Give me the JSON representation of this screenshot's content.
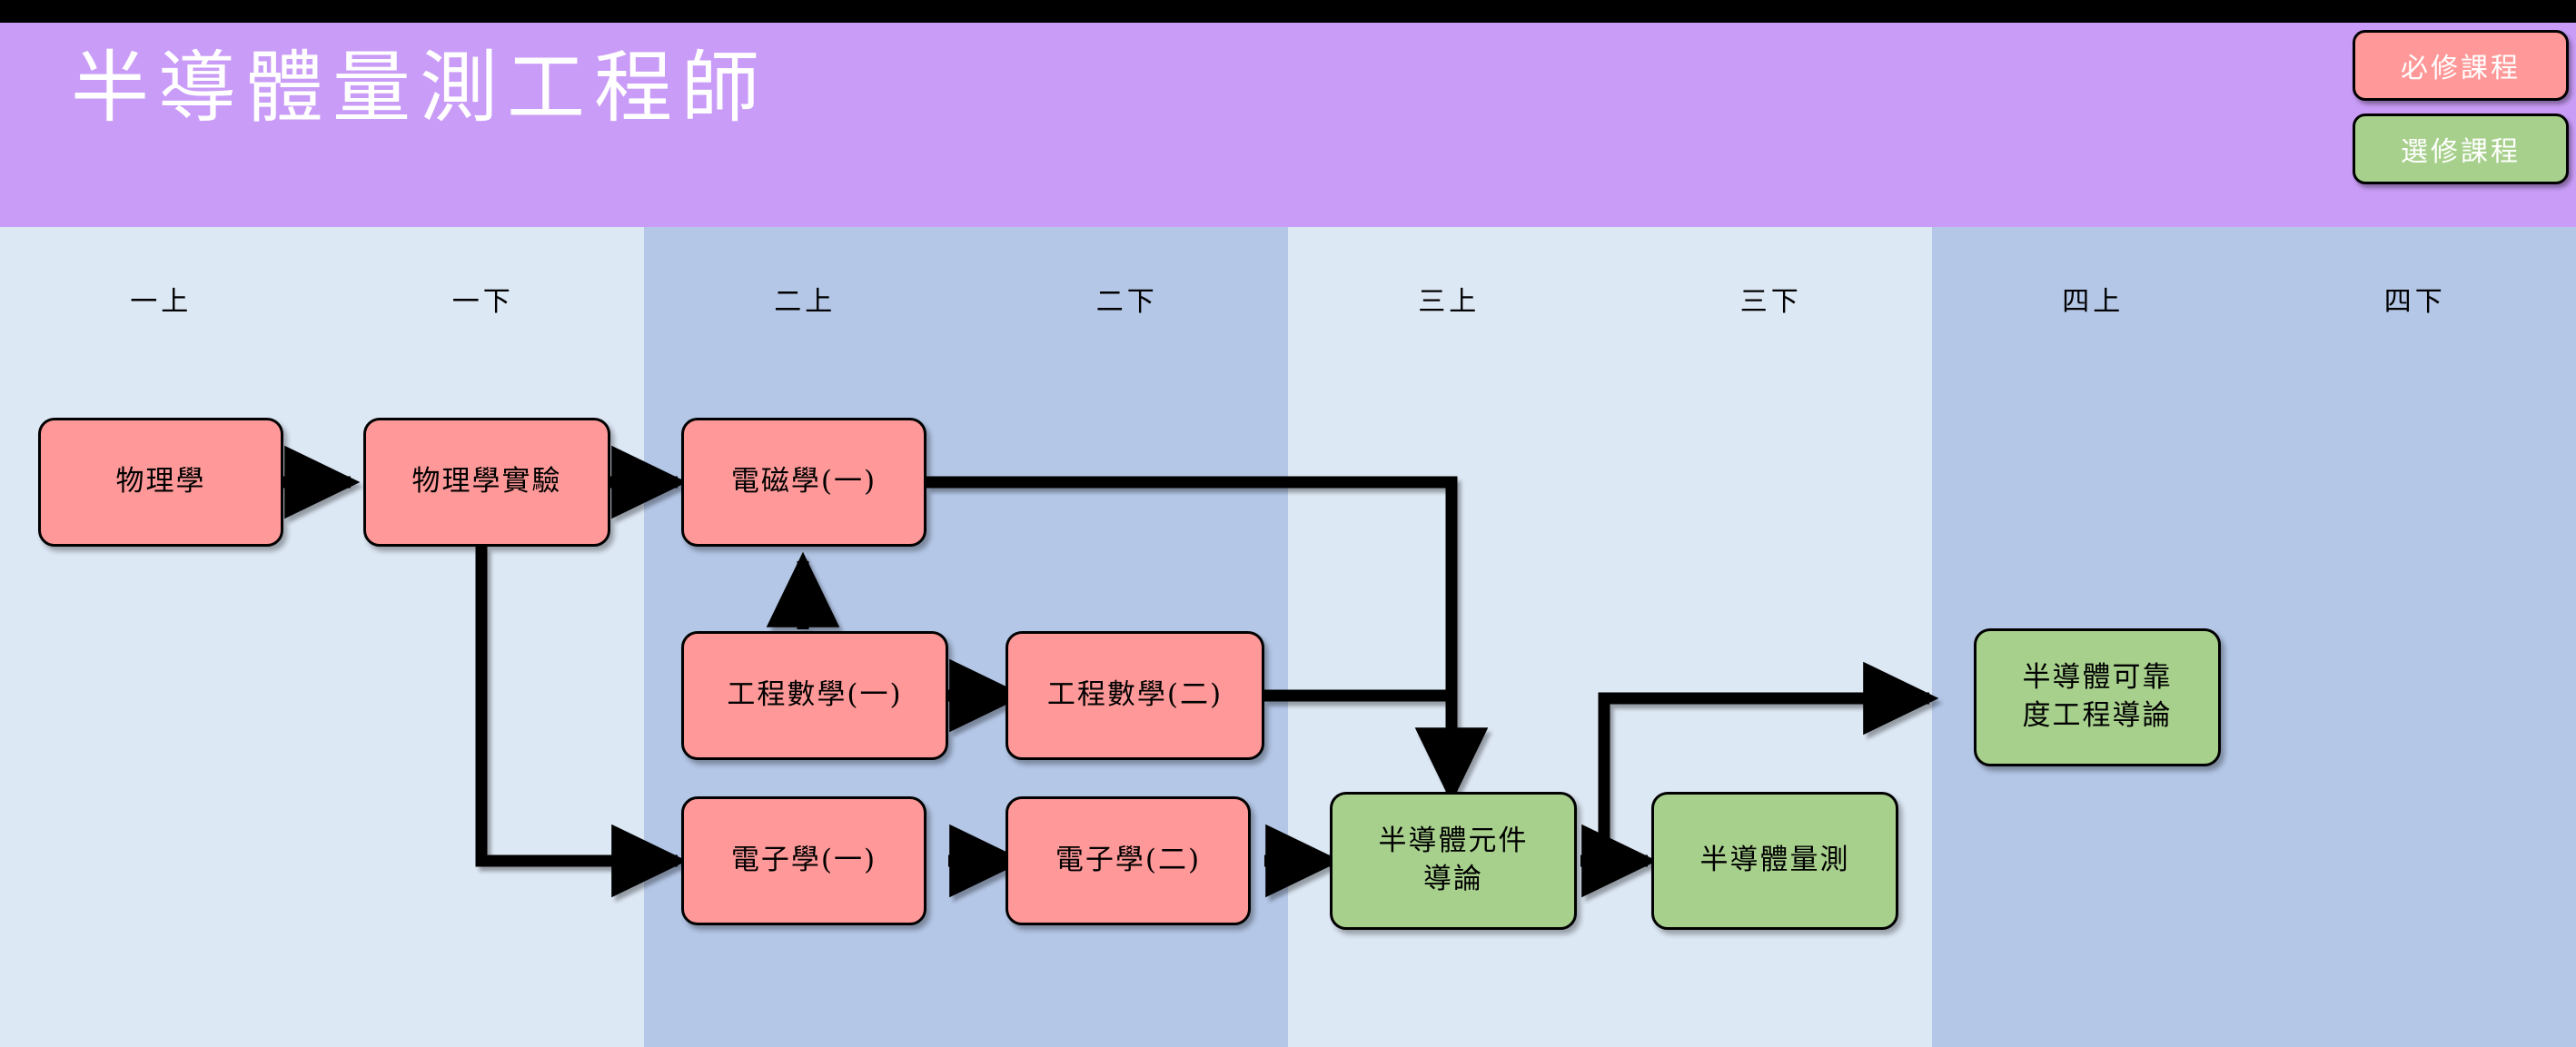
{
  "header": {
    "title": "半導體量測工程師",
    "background_color": "#c99cf7",
    "title_color": "#ffffff"
  },
  "legend": {
    "items": [
      {
        "label": "必修課程",
        "color": "#ff9999",
        "kind": "required"
      },
      {
        "label": "選修課程",
        "color": "#a8d08d",
        "kind": "elective"
      }
    ]
  },
  "semesters": [
    {
      "label": "一上",
      "band": "light"
    },
    {
      "label": "一下",
      "band": "light"
    },
    {
      "label": "二上",
      "band": "dark"
    },
    {
      "label": "二下",
      "band": "dark"
    },
    {
      "label": "三上",
      "band": "light"
    },
    {
      "label": "三下",
      "band": "light"
    },
    {
      "label": "四上",
      "band": "dark"
    },
    {
      "label": "四下",
      "band": "dark"
    }
  ],
  "bands": [
    {
      "index": 0,
      "semesters": [
        "一上",
        "一下"
      ],
      "color": "#dde8f5"
    },
    {
      "index": 1,
      "semesters": [
        "二上",
        "二下"
      ],
      "color": "#b4c7e7"
    },
    {
      "index": 2,
      "semesters": [
        "三上",
        "三下"
      ],
      "color": "#dde8f5"
    },
    {
      "index": 3,
      "semesters": [
        "四上",
        "四下"
      ],
      "color": "#b4c7e7"
    }
  ],
  "courses": [
    {
      "id": "physics",
      "label": "物理學",
      "kind": "required",
      "semester": "一上"
    },
    {
      "id": "physics-lab",
      "label": "物理學實驗",
      "kind": "required",
      "semester": "一下"
    },
    {
      "id": "em-1",
      "label": "電磁學(一)",
      "kind": "required",
      "semester": "二上"
    },
    {
      "id": "engmath-1",
      "label": "工程數學(一)",
      "kind": "required",
      "semester": "二上"
    },
    {
      "id": "engmath-2",
      "label": "工程數學(二)",
      "kind": "required",
      "semester": "二下"
    },
    {
      "id": "electronics-1",
      "label": "電子學(一)",
      "kind": "required",
      "semester": "二上"
    },
    {
      "id": "electronics-2",
      "label": "電子學(二)",
      "kind": "required",
      "semester": "二下"
    },
    {
      "id": "semi-device",
      "label": "半導體元件導論",
      "label_line1": "半導體元件",
      "label_line2": "導論",
      "kind": "elective",
      "semester": "三上"
    },
    {
      "id": "semi-metrology",
      "label": "半導體量測",
      "kind": "elective",
      "semester": "三下"
    },
    {
      "id": "semi-reliab",
      "label": "半導體可靠度工程導論",
      "label_line1": "半導體可靠",
      "label_line2": "度工程導論",
      "kind": "elective",
      "semester": "四上"
    }
  ],
  "edges": [
    {
      "from": "physics",
      "to": "physics-lab"
    },
    {
      "from": "physics-lab",
      "to": "em-1"
    },
    {
      "from": "physics-lab",
      "to": "electronics-1"
    },
    {
      "from": "engmath-1",
      "to": "em-1"
    },
    {
      "from": "engmath-1",
      "to": "engmath-2"
    },
    {
      "from": "electronics-1",
      "to": "electronics-2"
    },
    {
      "from": "em-1",
      "to": "semi-device"
    },
    {
      "from": "engmath-2",
      "to": "semi-device"
    },
    {
      "from": "electronics-2",
      "to": "semi-device"
    },
    {
      "from": "semi-device",
      "to": "semi-metrology"
    },
    {
      "from": "semi-device",
      "to": "semi-reliab"
    }
  ]
}
